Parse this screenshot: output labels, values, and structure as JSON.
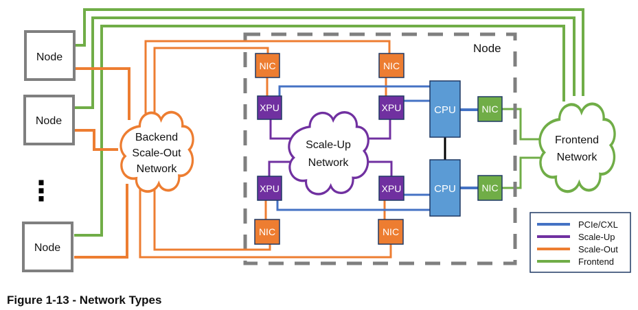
{
  "caption": "Figure 1-13 - Network Types",
  "colors": {
    "pcie": "#4472c4",
    "scale_up": "#7030a0",
    "scale_out": "#ed7d31",
    "frontend": "#70ad47",
    "node_border": "#7f7f7f",
    "cpu_fill": "#5b9bd5",
    "box_border": "#1f3864",
    "cpu_link": "#000000"
  },
  "external_nodes": [
    {
      "label": "Node"
    },
    {
      "label": "Node"
    },
    {
      "label": "Node"
    }
  ],
  "ellipsis": "⋮",
  "node_group_label": "Node",
  "clouds": {
    "backend": [
      "Backend",
      "Scale-Out",
      "Network"
    ],
    "scale_up": [
      "Scale-Up",
      "Network"
    ],
    "frontend": [
      "Frontend",
      "Network"
    ]
  },
  "components": {
    "nic_label": "NIC",
    "xpu_label": "XPU",
    "cpu_label": "CPU"
  },
  "legend": [
    {
      "label": "PCIe/CXL",
      "color": "#4472c4"
    },
    {
      "label": "Scale-Up",
      "color": "#7030a0"
    },
    {
      "label": "Scale-Out",
      "color": "#ed7d31"
    },
    {
      "label": "Frontend",
      "color": "#70ad47"
    }
  ]
}
